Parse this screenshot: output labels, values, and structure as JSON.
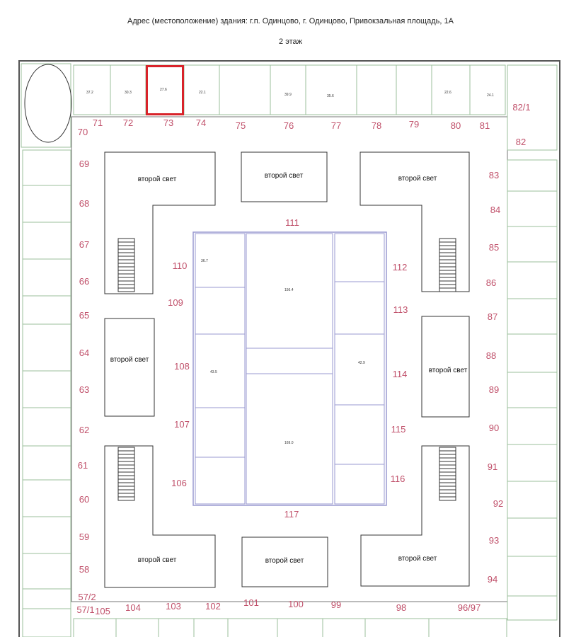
{
  "header": {
    "address": "Адрес (местоположение) здания: г.п. Одинцово, г. Одинцово, Привокзальная площадь, 1А",
    "floor": "2 этаж"
  },
  "atrium_label": "второй свет",
  "colors": {
    "outer_wall": "#555555",
    "room_line": "#9bbf9b",
    "inner_line": "#9a9ad0",
    "unit_number": "#c0506a",
    "highlight": "#d8232a"
  },
  "highlighted_unit": "73",
  "units": {
    "top": [
      "71",
      "72",
      "73",
      "74",
      "75",
      "76",
      "77",
      "78",
      "79",
      "80",
      "81"
    ],
    "left": [
      "70",
      "69",
      "68",
      "67",
      "66",
      "65",
      "64",
      "63",
      "62",
      "61",
      "60",
      "59",
      "58",
      "57/2",
      "57/1"
    ],
    "right": [
      "82/1",
      "82",
      "83",
      "84",
      "85",
      "86",
      "87",
      "88",
      "89",
      "90",
      "91",
      "92",
      "93",
      "94",
      "96/97"
    ],
    "bottom": [
      "105",
      "104",
      "103",
      "102",
      "101",
      "100",
      "99",
      "98"
    ],
    "inner": [
      "111",
      "110",
      "109",
      "108",
      "107",
      "106",
      "112",
      "113",
      "114",
      "115",
      "116",
      "117"
    ]
  },
  "room_areas": {
    "r71": "37.2",
    "r72": "30.3",
    "r73": "27.6",
    "r74": "22.1",
    "r76": "39.9",
    "r77": "35.6",
    "r80": "22.6",
    "r81": "24.1",
    "r110": "36.7",
    "r111": "156.4",
    "r117": "169.0",
    "r108": "43.5",
    "r114": "42.9"
  }
}
